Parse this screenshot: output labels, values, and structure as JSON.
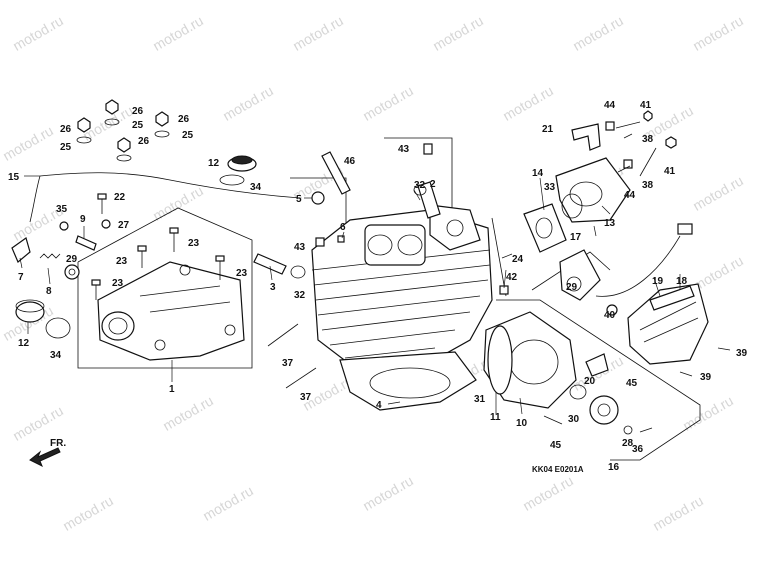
{
  "watermark": "motod.ru",
  "diagram_code": "KK04 E0201A",
  "direction_label": "FR.",
  "callouts": {
    "c1": "1",
    "c2": "2",
    "c3": "3",
    "c4": "4",
    "c5": "5",
    "c6": "6",
    "c7": "7",
    "c8": "8",
    "c9": "9",
    "c10": "10",
    "c11": "11",
    "c12a": "12",
    "c12b": "12",
    "c13": "13",
    "c14": "14",
    "c15": "15",
    "c16": "16",
    "c17": "17",
    "c18": "18",
    "c19": "19",
    "c20": "20",
    "c21": "21",
    "c22": "22",
    "c23a": "23",
    "c23b": "23",
    "c23c": "23",
    "c23d": "23",
    "c24": "24",
    "c25a": "25",
    "c25b": "25",
    "c25c": "25",
    "c26a": "26",
    "c26b": "26",
    "c26c": "26",
    "c26d": "26",
    "c27": "27",
    "c28": "28",
    "c29a": "29",
    "c29b": "29",
    "c30": "30",
    "c31": "31",
    "c32a": "32",
    "c32b": "32",
    "c33": "33",
    "c34a": "34",
    "c34b": "34",
    "c35": "35",
    "c36": "36",
    "c37a": "37",
    "c37b": "37",
    "c38a": "38",
    "c38b": "38",
    "c39a": "39",
    "c39b": "39",
    "c40": "40",
    "c41a": "41",
    "c41b": "41",
    "c42": "42",
    "c43a": "43",
    "c43b": "43",
    "c44a": "44",
    "c44b": "44",
    "c45a": "45",
    "c45b": "45",
    "c46": "46"
  }
}
